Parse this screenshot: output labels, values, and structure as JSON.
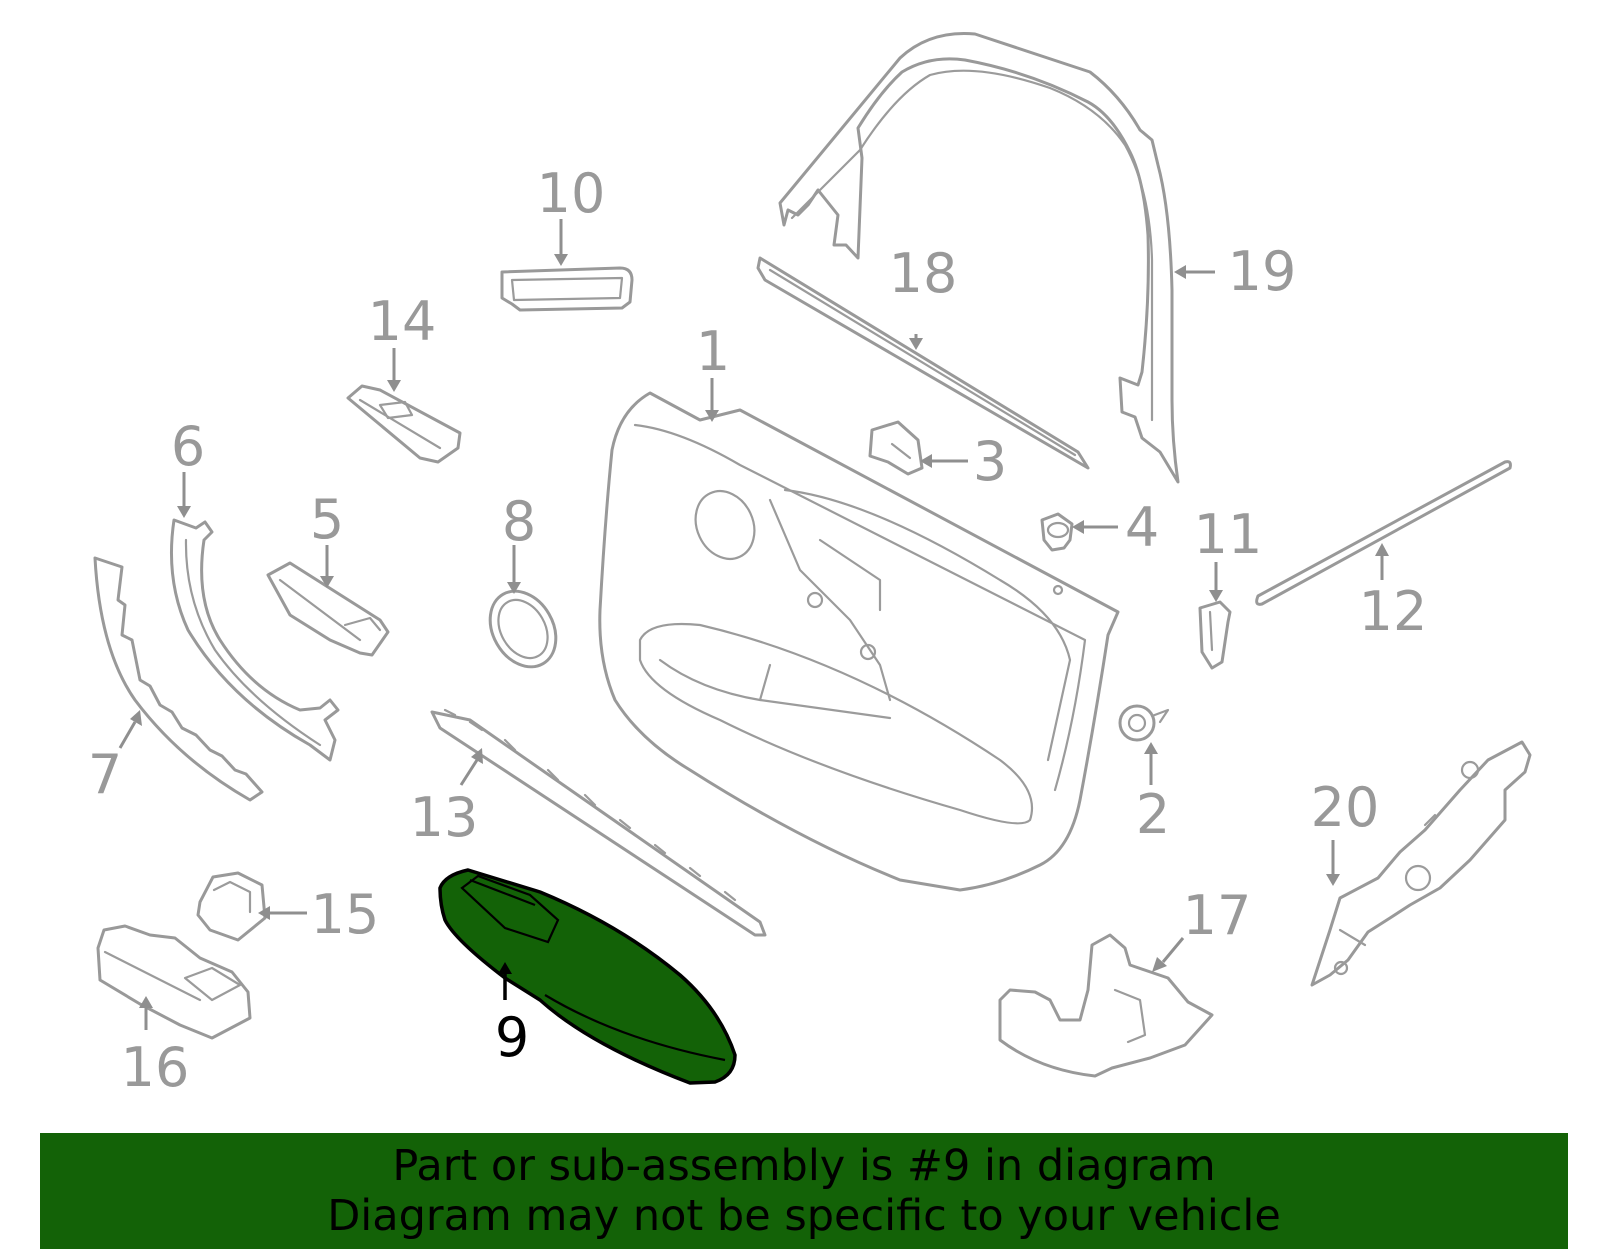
{
  "colors": {
    "highlight_fill": "#136207",
    "banner_background": "#136207",
    "line_gray": "#999999",
    "text_black": "#000000"
  },
  "callouts": [
    {
      "id": "1",
      "label": "1"
    },
    {
      "id": "2",
      "label": "2"
    },
    {
      "id": "3",
      "label": "3"
    },
    {
      "id": "4",
      "label": "4"
    },
    {
      "id": "5",
      "label": "5"
    },
    {
      "id": "6",
      "label": "6"
    },
    {
      "id": "7",
      "label": "7"
    },
    {
      "id": "8",
      "label": "8"
    },
    {
      "id": "9",
      "label": "9",
      "highlighted": true
    },
    {
      "id": "10",
      "label": "10"
    },
    {
      "id": "11",
      "label": "11"
    },
    {
      "id": "12",
      "label": "12"
    },
    {
      "id": "13",
      "label": "13"
    },
    {
      "id": "14",
      "label": "14"
    },
    {
      "id": "15",
      "label": "15"
    },
    {
      "id": "16",
      "label": "16"
    },
    {
      "id": "17",
      "label": "17"
    },
    {
      "id": "18",
      "label": "18"
    },
    {
      "id": "19",
      "label": "19"
    },
    {
      "id": "20",
      "label": "20"
    }
  ],
  "banner": {
    "line1": "Part or sub-assembly is #9 in diagram",
    "line2": "Diagram may not be specific to your vehicle"
  }
}
